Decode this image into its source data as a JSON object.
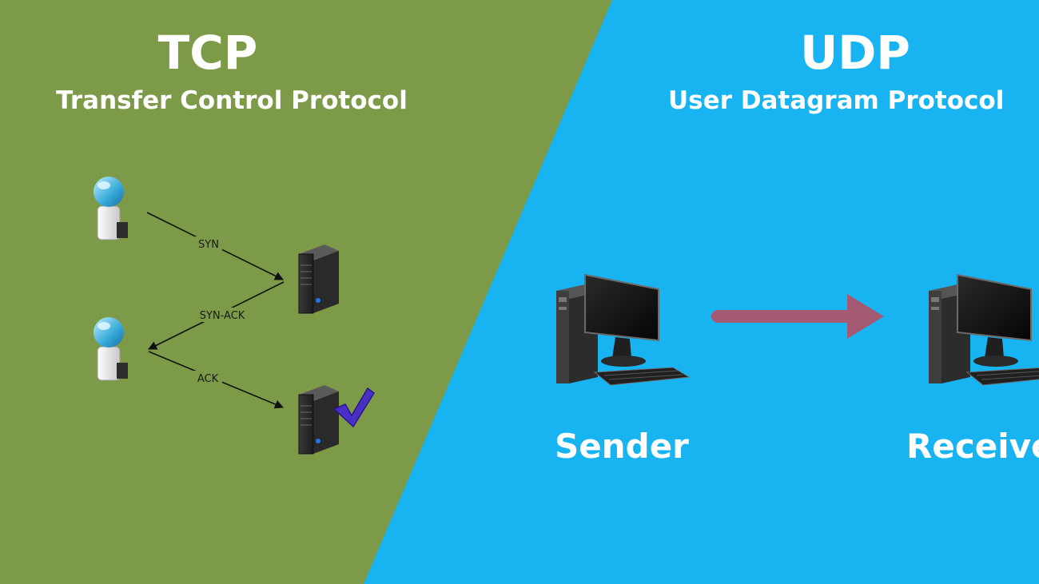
{
  "colors": {
    "tcp_bg": "#7d9a48",
    "udp_bg": "#18b4f2",
    "arrow": "#a45a72",
    "check": "#4a2fc4"
  },
  "tcp": {
    "title": "TCP",
    "subtitle": "Transfer Control Protocol",
    "messages": {
      "syn": "SYN",
      "syn_ack": "SYN-ACK",
      "ack": "ACK"
    },
    "icons": [
      "client-icon",
      "server-icon",
      "checkmark-icon"
    ]
  },
  "udp": {
    "title": "UDP",
    "subtitle": "User Datagram Protocol",
    "sender_label": "Sender",
    "receiver_label": "Receiver",
    "icons": [
      "computer-icon",
      "right-arrow-icon"
    ]
  }
}
